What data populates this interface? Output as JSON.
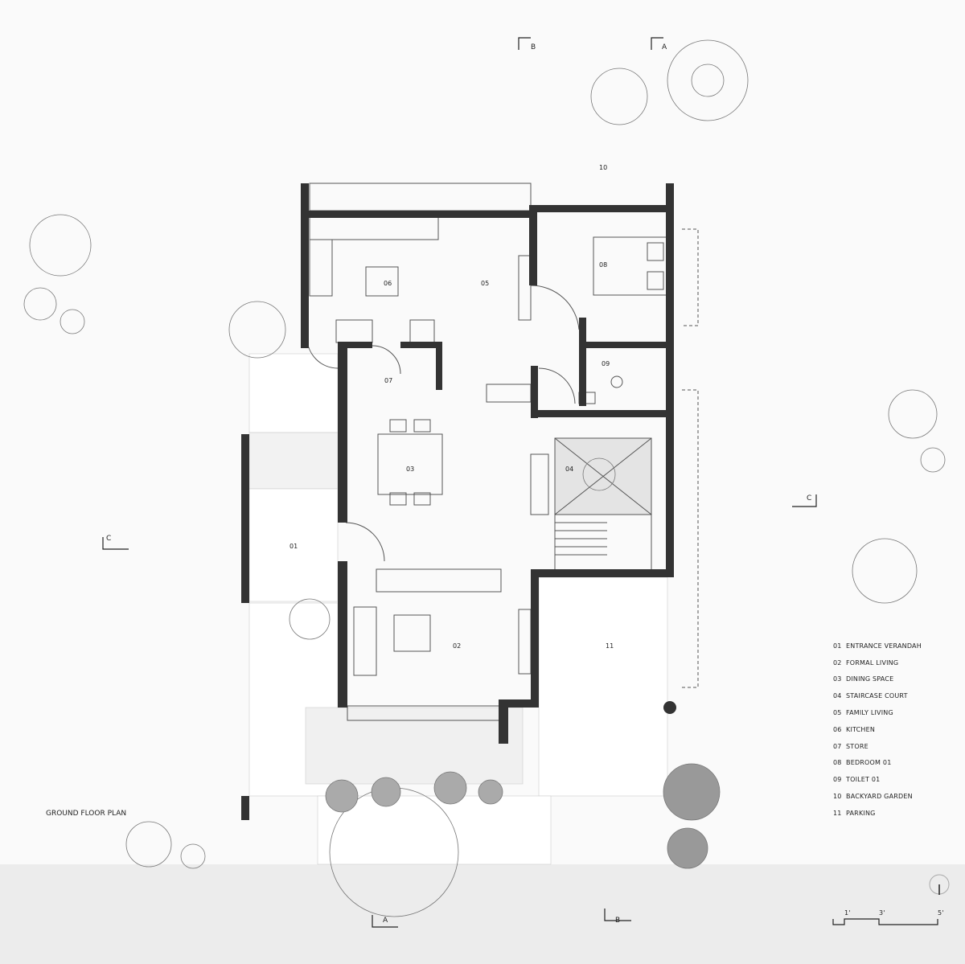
{
  "title": "GROUND FLOOR PLAN",
  "rooms": {
    "r01": "01",
    "r02": "02",
    "r03": "03",
    "r04": "04",
    "r05": "05",
    "r06": "06",
    "r07": "07",
    "r08": "08",
    "r09": "09",
    "r10": "10",
    "r11": "11"
  },
  "legend": [
    {
      "num": "01",
      "name": "ENTRANCE VERANDAH"
    },
    {
      "num": "02",
      "name": "FORMAL LIVING"
    },
    {
      "num": "03",
      "name": "DINING SPACE"
    },
    {
      "num": "04",
      "name": "STAIRCASE COURT"
    },
    {
      "num": "05",
      "name": "FAMILY LIVING"
    },
    {
      "num": "06",
      "name": "KITCHEN"
    },
    {
      "num": "07",
      "name": "STORE"
    },
    {
      "num": "08",
      "name": "BEDROOM 01"
    },
    {
      "num": "09",
      "name": "TOILET 01"
    },
    {
      "num": "10",
      "name": "BACKYARD GARDEN"
    },
    {
      "num": "11",
      "name": "PARKING"
    }
  ],
  "section_marks": {
    "top_b": "B",
    "top_a": "A",
    "left_c": "C",
    "right_c": "C",
    "bottom_a": "A",
    "bottom_b": "B"
  },
  "scale": {
    "t1": "1'",
    "t3": "3'",
    "t5": "5'"
  },
  "colors": {
    "wall": "#333333",
    "line": "#555555",
    "ground": "#ececec"
  }
}
